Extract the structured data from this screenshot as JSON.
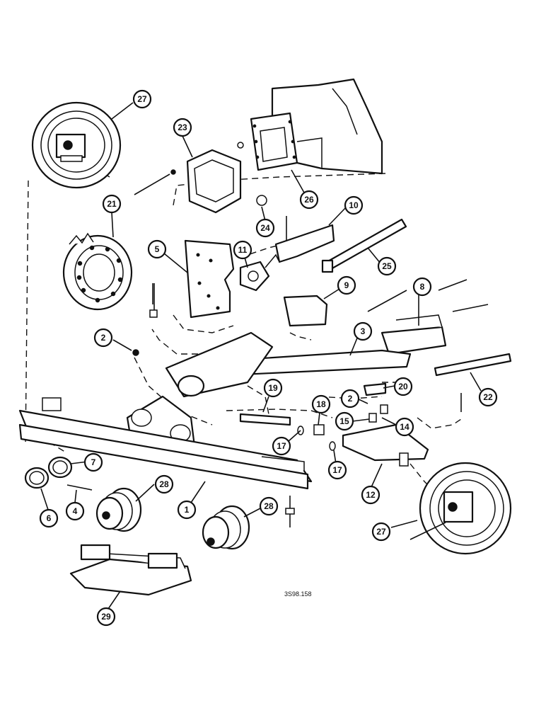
{
  "callouts": [
    {
      "label": "27"
    },
    {
      "label": "23"
    },
    {
      "label": "26"
    },
    {
      "label": "24"
    },
    {
      "label": "10"
    },
    {
      "label": "21"
    },
    {
      "label": "5"
    },
    {
      "label": "11"
    },
    {
      "label": "25"
    },
    {
      "label": "9"
    },
    {
      "label": "8"
    },
    {
      "label": "2"
    },
    {
      "label": "3"
    },
    {
      "label": "20"
    },
    {
      "label": "22"
    },
    {
      "label": "19"
    },
    {
      "label": "18"
    },
    {
      "label": "2"
    },
    {
      "label": "15"
    },
    {
      "label": "14"
    },
    {
      "label": "17"
    },
    {
      "label": "7"
    },
    {
      "label": "17"
    },
    {
      "label": "28"
    },
    {
      "label": "6"
    },
    {
      "label": "4"
    },
    {
      "label": "1"
    },
    {
      "label": "12"
    },
    {
      "label": "28"
    },
    {
      "label": "27"
    },
    {
      "label": "29"
    }
  ],
  "drawing_code": "3S98.158",
  "icons": [
    "idler-wheel",
    "track-frame",
    "sprocket",
    "bearing-housing",
    "gearbox",
    "drive-shaft",
    "track-roller",
    "track-chain"
  ]
}
